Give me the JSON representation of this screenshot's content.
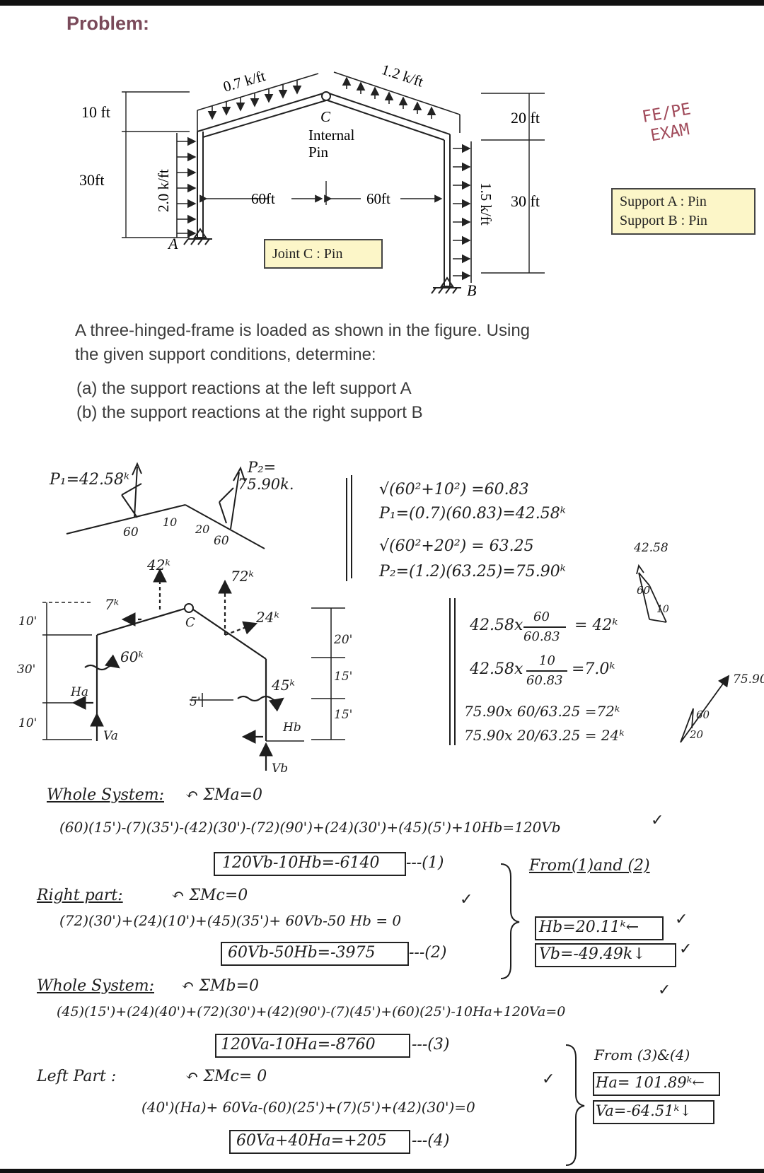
{
  "heading": "Problem:",
  "stamp": {
    "line1": "FE/PE",
    "line2": "EXAM"
  },
  "figure": {
    "dim_left_top": "10 ft",
    "dim_left_bottom": "30ft",
    "dim_right_top": "20 ft",
    "dim_right_bottom": "30 ft",
    "load_left_roof": "0.7 k/ft",
    "load_right_roof": "1.2 k/ft",
    "load_left_column": "2.0 k/ft",
    "load_right_column": "1.5 k/ft",
    "span_left": "60ft",
    "span_right": "60ft",
    "pin_letter": "C",
    "pin_label_1": "Internal",
    "pin_label_2": "Pin",
    "support_a": "A",
    "support_b": "B",
    "joint_box": "Joint  C : Pin",
    "support_box_1": "Support  A : Pin",
    "support_box_2": "Support  B : Pin"
  },
  "problem": {
    "line1": "A three-hinged-frame is loaded as shown in the figure. Using",
    "line2": "the given support conditions, determine:",
    "part_a": "(a) the support reactions at the left support A",
    "part_b": "(b) the support reactions at the right support B"
  },
  "work": {
    "p1_label": "P₁=42.58ᵏ",
    "p2_label_1": "P₂=",
    "p2_label_2": "75.90k.",
    "roof_60_left": "60",
    "roof_10": "10",
    "roof_20": "20",
    "roof_60_right": "60",
    "calc1": "√(60²+10²) =60.83",
    "calc2": "P₁=(0.7)(60.83)=42.58ᵏ",
    "calc3": "√(60²+20²) = 63.25",
    "calc4": "P₂=(1.2)(63.25)=75.90ᵏ",
    "tri1_value": "42.58",
    "tri1_60": "60",
    "tri1_10": "10",
    "comp1_a": "42.58x",
    "comp1_frac_num": "60",
    "comp1_frac_den": "60.83",
    "comp1_res": "= 42ᵏ",
    "comp2_a": "42.58x",
    "comp2_frac_num": "10",
    "comp2_frac_den": "60.83",
    "comp2_res": "=7.0ᵏ",
    "comp3": "75.90x 60/63.25 =72ᵏ",
    "comp4": "75.90x 20/63.25 = 24ᵏ",
    "tri2_value": "75.90",
    "tri2_60": "60",
    "tri2_20": "20",
    "fbd_42k": "42ᵏ",
    "fbd_7k": "7ᵏ",
    "fbd_72k": "72ᵏ",
    "fbd_24k": "24ᵏ",
    "fbd_60k": "60ᵏ",
    "fbd_45k": "45ᵏ",
    "fbd_c": "C",
    "fbd_ha": "Ha",
    "fbd_va": "Va",
    "fbd_hb": "Hb",
    "fbd_vb": "Vb",
    "fbd_5": "5'",
    "fbd_10a": "10'",
    "fbd_30": "30'",
    "fbd_10b": "10'",
    "fbd_20": "20'",
    "fbd_15a": "15'",
    "fbd_15b": "15'",
    "ws1_title": "Whole System:",
    "ws1_sum": "↶ ΣMa=0",
    "ws1_eq": "(60)(15')-(7)(35')-(42)(30')-(72)(90')+(24)(30')+(45)(5')+10Hb=120Vb",
    "eq1": "120Vb-10Hb=-6140",
    "eq1_tag": "---(1)",
    "from12": "From(1)and (2)",
    "rp_title": "Right part:",
    "rp_sum": "↶ ΣMc=0",
    "rp_eq": "(72)(30')+(24)(10')+(45)(35')+ 60Vb-50 Hb = 0",
    "eq2": "60Vb-50Hb=-3975",
    "eq2_tag": "---(2)",
    "hb_result": "Hb=20.11ᵏ←",
    "vb_result": "Vb=-49.49k↓",
    "ws2_title": "Whole System:",
    "ws2_sum": "↶ ΣMb=0",
    "ws2_eq": "(45)(15')+(24)(40')+(72)(30')+(42)(90')-(7)(45')+(60)(25')-10Ha+120Va=0",
    "eq3": "120Va-10Ha=-8760",
    "eq3_tag": "---(3)",
    "from34": "From (3)&(4)",
    "lp_title": "Left Part :",
    "lp_sum": "↶ ΣMc= 0",
    "lp_eq": "(40')(Ha)+ 60Va-(60)(25')+(7)(5')+(42)(30')=0",
    "eq4": "60Va+40Ha=+205",
    "eq4_tag": "---(4)",
    "ha_result": "Ha= 101.89ᵏ←",
    "va_result": "Va=-64.51ᵏ↓"
  }
}
